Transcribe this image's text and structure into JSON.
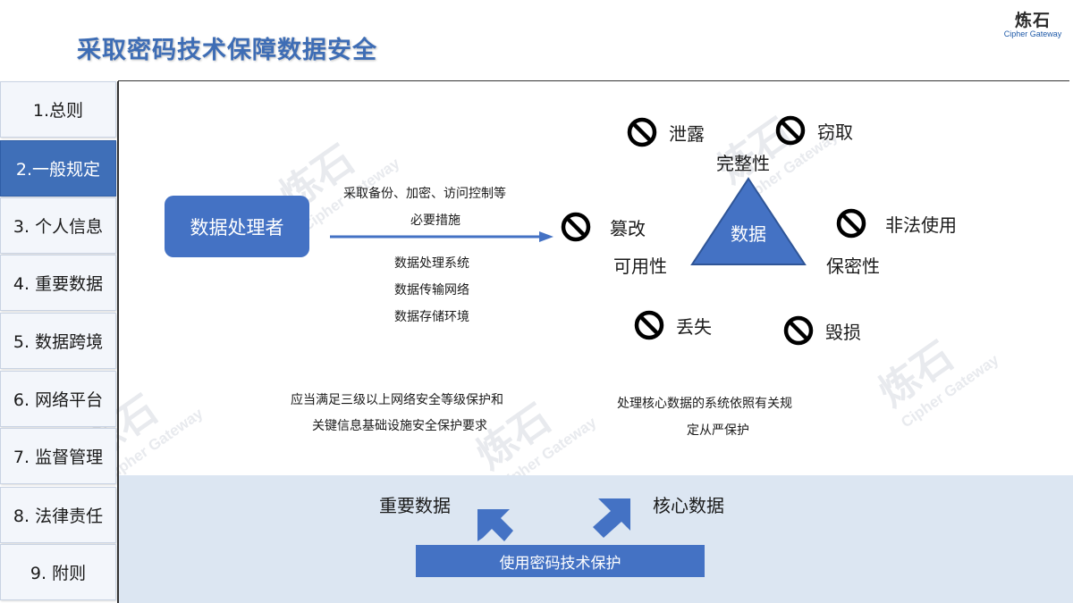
{
  "title": "采取密码技术保障数据安全",
  "logo": {
    "cn": "炼石",
    "en": "Cipher Gateway"
  },
  "sidebar": {
    "items": [
      {
        "label": "1.总则"
      },
      {
        "label": "2.一般规定"
      },
      {
        "label": "3. 个人信息"
      },
      {
        "label": "4. 重要数据"
      },
      {
        "label": "5. 数据跨境"
      },
      {
        "label": "6. 网络平台"
      },
      {
        "label": "7. 监督管理"
      },
      {
        "label": "8. 法律责任"
      },
      {
        "label": "9. 附则"
      }
    ],
    "active_index": 1
  },
  "diagram": {
    "processor": "数据处理者",
    "measures_line1": "采取备份、加密、访问控制等",
    "measures_line2": "必要措施",
    "systems": [
      "数据处理系统",
      "数据传输网络",
      "数据存储环境"
    ],
    "center": "数据",
    "properties": {
      "integrity": "完整性",
      "availability": "可用性",
      "confidentiality": "保密性"
    },
    "threats": {
      "leak": "泄露",
      "steal": "窃取",
      "tamper": "篡改",
      "illegal_use": "非法使用",
      "lose": "丢失",
      "destroy": "毁损"
    },
    "requirement_left_1": "应当满足三级以上网络安全等级保护和",
    "requirement_left_2": "关键信息基础设施安全保护要求",
    "requirement_right_1": "处理核心数据的系统依照有关规",
    "requirement_right_2": "定从严保护"
  },
  "bottom": {
    "important": "重要数据",
    "core": "核心数据",
    "button": "使用密码技术保护"
  },
  "colors": {
    "accent": "#4472c4",
    "title": "#3e6db5",
    "band": "#dce6f2"
  }
}
